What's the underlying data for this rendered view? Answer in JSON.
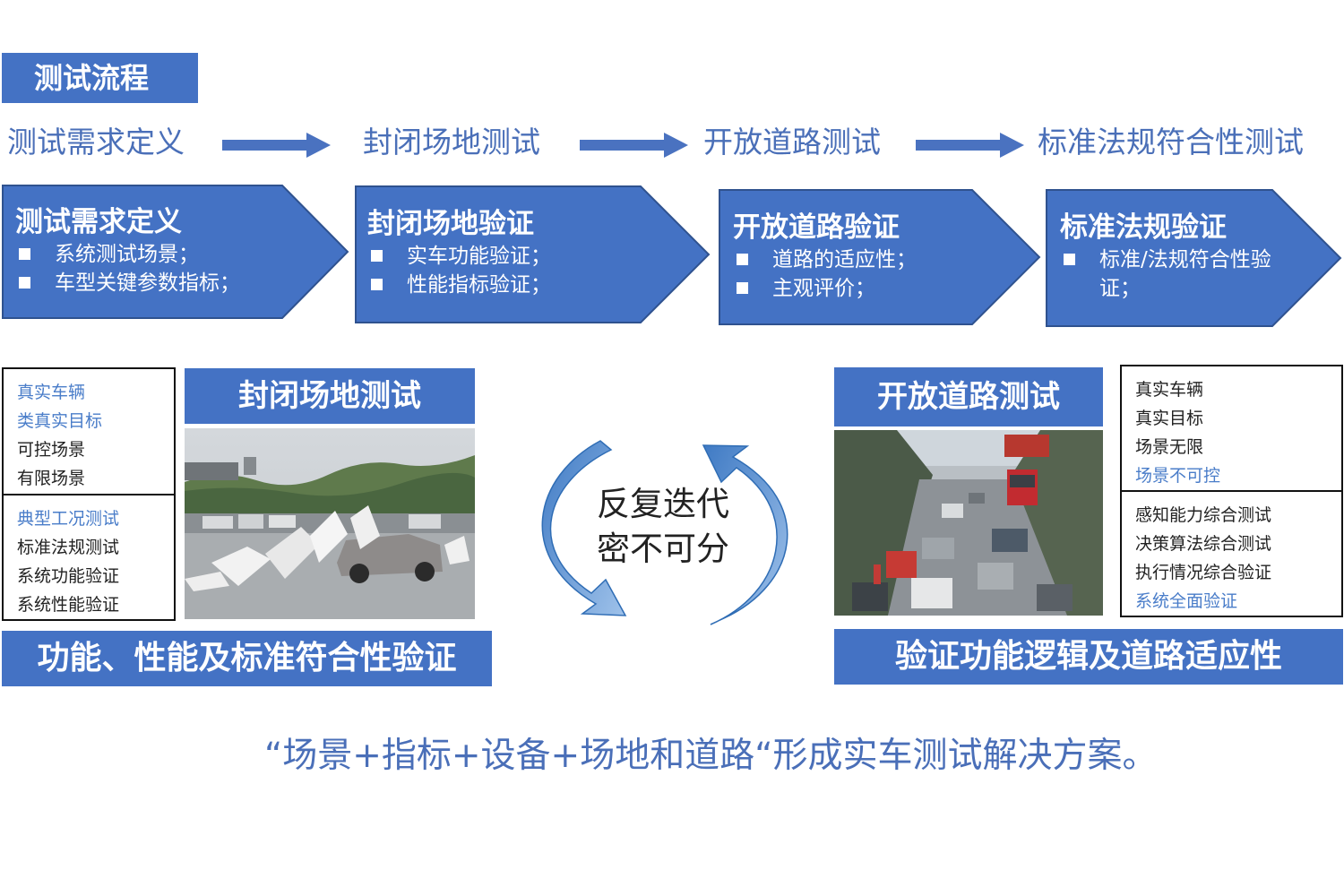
{
  "header": {
    "title": "测试流程"
  },
  "flow": {
    "steps": [
      "测试需求定义",
      "封闭场地测试",
      "开放道路测试",
      "标准法规符合性测试"
    ]
  },
  "cards": [
    {
      "title": "测试需求定义",
      "items": [
        "系统测试场景；",
        "车型关键参数指标；"
      ]
    },
    {
      "title": "封闭场地验证",
      "items": [
        "实车功能验证；",
        "性能指标验证；"
      ]
    },
    {
      "title": "开放道路验证",
      "items": [
        "道路的适应性；",
        "主观评价；"
      ]
    },
    {
      "title": "标准法规验证",
      "items": [
        "标准/法规符合性验证；"
      ]
    }
  ],
  "closed": {
    "banner": "封闭场地测试",
    "attrs_top": [
      "真实车辆",
      "类真实目标",
      "可控场景",
      "有限场景"
    ],
    "attrs_bottom": [
      "典型工况测试",
      "标准法规测试",
      "系统功能验证",
      "系统性能验证"
    ],
    "caption": "功能、性能及标准符合性验证"
  },
  "open": {
    "banner": "开放道路测试",
    "attrs_top": [
      "真实车辆",
      "真实目标",
      "场景无限",
      "场景不可控"
    ],
    "attrs_bottom": [
      "感知能力综合测试",
      "决策算法综合测试",
      "执行情况综合验证",
      "系统全面验证"
    ],
    "caption": "验证功能逻辑及道路适应性"
  },
  "cycle": {
    "line1": "反复迭代",
    "line2": "密不可分"
  },
  "footer": {
    "text": "“场景+指标+设备+场地和道路“形成实车测试解决方案。"
  },
  "colors": {
    "accent": "#4472c4",
    "text_blue": "#4a6fb8",
    "highlight_blue": "#4a7dc9"
  }
}
